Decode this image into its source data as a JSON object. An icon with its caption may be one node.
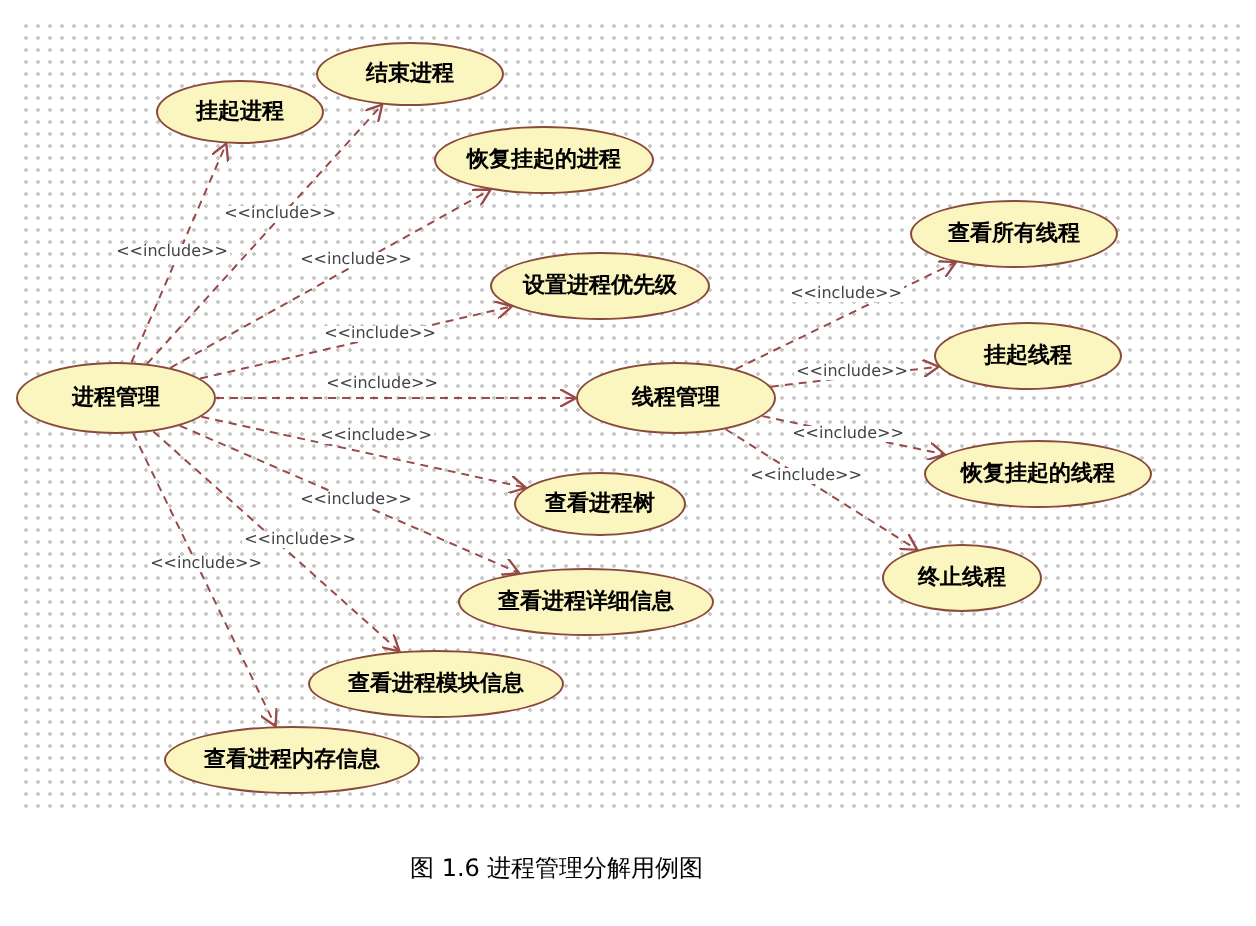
{
  "diagram": {
    "caption": "图 1.6 进程管理分解用例图",
    "nodes": [
      {
        "text": [
          "进程管理"
        ]
      },
      {
        "text": [
          "挂起进程"
        ]
      },
      {
        "text": [
          "结束进程"
        ]
      },
      {
        "text": [
          "恢复挂起的进程"
        ]
      },
      {
        "text": [
          "设置进程优先级"
        ]
      },
      {
        "text": [
          "线程管理"
        ]
      },
      {
        "text": [
          "查看进程树"
        ]
      },
      {
        "text": [
          "查看进程详细信息"
        ]
      },
      {
        "text": [
          "查看进程模块信息"
        ]
      },
      {
        "text": [
          "查看进程内存信息"
        ]
      },
      {
        "text": [
          "查看所有线程"
        ]
      },
      {
        "text": [
          "挂起线程"
        ]
      },
      {
        "text": [
          "恢复挂起的线程"
        ]
      },
      {
        "text": [
          "终止线程"
        ]
      }
    ],
    "edges": [
      {
        "from": 0,
        "to": 1,
        "arrow": "to",
        "label": "<<include>>",
        "style": "dashed"
      },
      {
        "from": 0,
        "to": 2,
        "arrow": "to",
        "label": "<<include>>",
        "style": "dashed"
      },
      {
        "from": 0,
        "to": 3,
        "arrow": "to",
        "label": "<<include>>",
        "style": "dashed"
      },
      {
        "from": 0,
        "to": 4,
        "arrow": "to",
        "label": "<<include>>",
        "style": "dashed"
      },
      {
        "from": 0,
        "to": 5,
        "arrow": "to",
        "label": "<<include>>",
        "style": "dashed"
      },
      {
        "from": 0,
        "to": 6,
        "arrow": "to",
        "label": "<<include>>",
        "style": "dashed"
      },
      {
        "from": 0,
        "to": 7,
        "arrow": "to",
        "label": "<<include>>",
        "style": "dashed"
      },
      {
        "from": 0,
        "to": 8,
        "arrow": "to",
        "label": "<<include>>",
        "style": "dashed"
      },
      {
        "from": 0,
        "to": 9,
        "arrow": "to",
        "label": "<<include>>",
        "style": "dashed"
      },
      {
        "from": 5,
        "to": 10,
        "arrow": "to",
        "label": "<<include>>",
        "style": "dashed"
      },
      {
        "from": 5,
        "to": 11,
        "arrow": "to",
        "label": "<<include>>",
        "style": "dashed"
      },
      {
        "from": 5,
        "to": 12,
        "arrow": "to",
        "label": "<<include>>",
        "style": "dashed"
      },
      {
        "from": 5,
        "to": 13,
        "arrow": "to",
        "label": "<<include>>",
        "style": "dashed"
      }
    ]
  }
}
